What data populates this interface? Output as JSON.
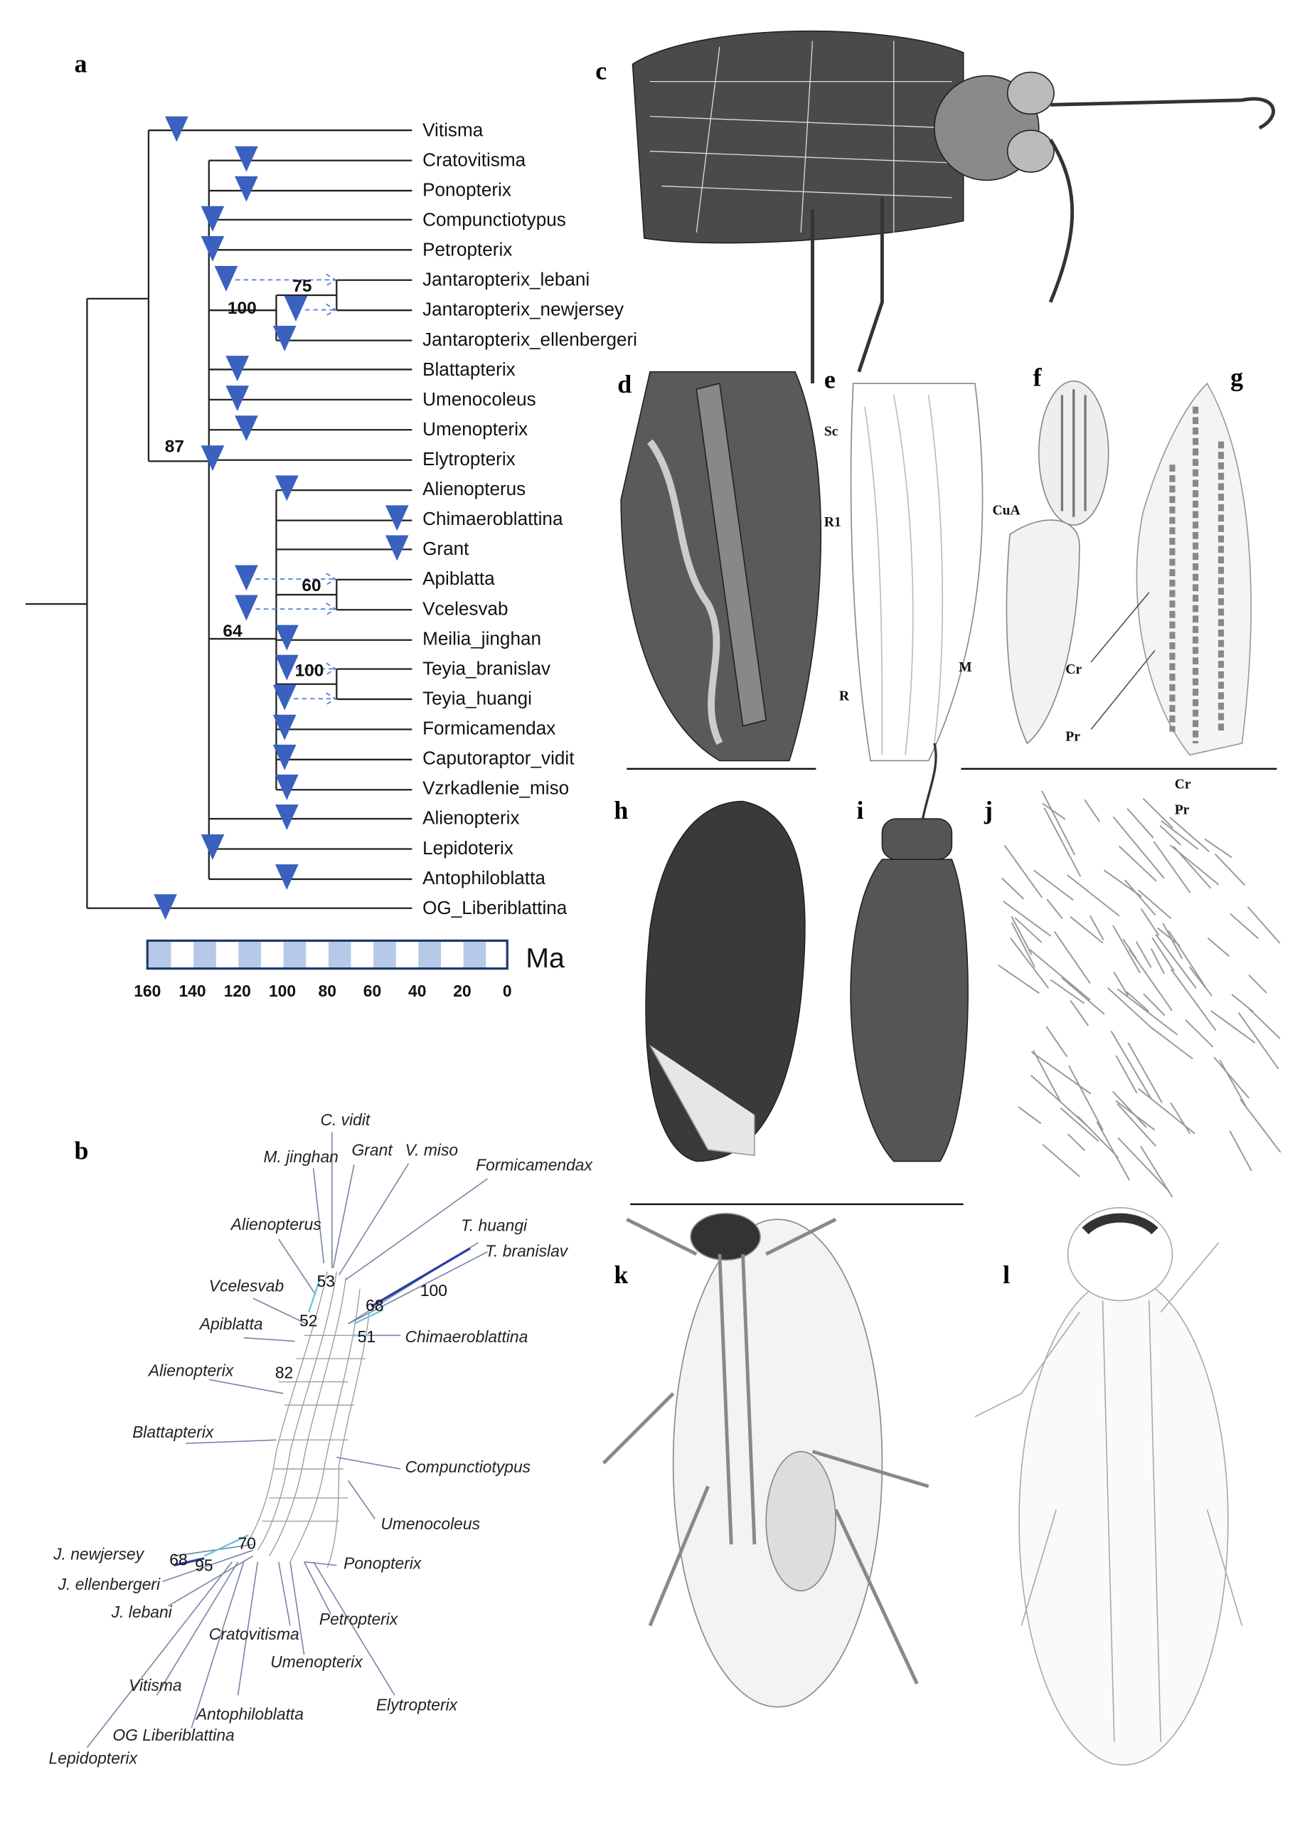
{
  "panels": {
    "a": "a",
    "b": "b",
    "c": "c",
    "d": "d",
    "e": "e",
    "f": "f",
    "g": "g",
    "h": "h",
    "i": "i",
    "j": "j",
    "k": "k",
    "l": "l"
  },
  "colors": {
    "triangle": "#3a60c0",
    "dashed_arrow": "#4a74d0",
    "scale_fill": "#b7c9e8",
    "scale_border": "#1f3a6e"
  },
  "tree": {
    "taxa": [
      {
        "name": "Vitisma",
        "fossil_age_ma": 147
      },
      {
        "name": "Cratovitisma",
        "fossil_age_ma": 116
      },
      {
        "name": "Ponopterix",
        "fossil_age_ma": 116
      },
      {
        "name": "Compunctiotypus",
        "fossil_age_ma": 131
      },
      {
        "name": "Petropterix",
        "fossil_age_ma": 131
      },
      {
        "name": "Jantaropterix_lebani",
        "fossil_age_ma": 125,
        "dashed": true
      },
      {
        "name": "Jantaropterix_newjersey",
        "fossil_age_ma": 94,
        "dashed": true
      },
      {
        "name": "Jantaropterix_ellenbergeri",
        "fossil_age_ma": 99
      },
      {
        "name": "Blattapterix",
        "fossil_age_ma": 120
      },
      {
        "name": "Umenocoleus",
        "fossil_age_ma": 120
      },
      {
        "name": "Umenopterix",
        "fossil_age_ma": 116
      },
      {
        "name": "Elytropterix",
        "fossil_age_ma": 131
      },
      {
        "name": "Alienopterus",
        "fossil_age_ma": 98
      },
      {
        "name": "Chimaeroblattina",
        "fossil_age_ma": 49
      },
      {
        "name": "Grant",
        "fossil_age_ma": 49
      },
      {
        "name": "Apiblatta",
        "fossil_age_ma": 116,
        "dashed": true
      },
      {
        "name": "Vcelesvab",
        "fossil_age_ma": 116,
        "dashed": true
      },
      {
        "name": "Meilia_jinghan",
        "fossil_age_ma": 98
      },
      {
        "name": "Teyia_branislav",
        "fossil_age_ma": 98,
        "dashed": true
      },
      {
        "name": "Teyia_huangi",
        "fossil_age_ma": 99,
        "dashed": true
      },
      {
        "name": "Formicamendax",
        "fossil_age_ma": 99
      },
      {
        "name": "Caputoraptor_vidit",
        "fossil_age_ma": 99
      },
      {
        "name": "Vzrkadlenie_miso",
        "fossil_age_ma": 98
      },
      {
        "name": "Alienopterix",
        "fossil_age_ma": 98
      },
      {
        "name": "Lepidoterix",
        "fossil_age_ma": 131
      },
      {
        "name": "Antophiloblatta",
        "fossil_age_ma": 98
      },
      {
        "name": "OG_Liberiblattina",
        "fossil_age_ma": 152
      }
    ],
    "support": {
      "jantaropterix_pair": "75",
      "jantaropterix_clade": "100",
      "main_clade": "87",
      "apiblatta_pair": "60",
      "alienopterid_clade": "64",
      "teyia_pair": "100"
    },
    "time_axis": {
      "unit": "Ma",
      "range": [
        160,
        0
      ],
      "ticks": [
        "160",
        "140",
        "120",
        "100",
        "80",
        "60",
        "40",
        "20",
        "0"
      ]
    }
  },
  "network": {
    "labels": [
      "C. vidit",
      "M. jinghan",
      "Grant",
      "V. miso",
      "Formicamendax",
      "Alienopterus",
      "T. huangi",
      "T. branislav",
      "Vcelesvab",
      "Apiblatta",
      "Chimaeroblattina",
      "Alienopterix",
      "Blattapterix",
      "Compunctiotypus",
      "Umenocoleus",
      "J. newjersey",
      "Ponopterix",
      "J. ellenbergeri",
      "J. lebani",
      "Petropterix",
      "Cratovitisma",
      "Umenopterix",
      "Vitisma",
      "Elytropterix",
      "Antophiloblatta",
      "OG Liberiblattina",
      "Lepidopterix"
    ],
    "support": [
      "53",
      "52",
      "68",
      "100",
      "51",
      "82",
      "70",
      "68",
      "95"
    ]
  },
  "annotations": {
    "e": [
      "Sc",
      "R1",
      "CuA",
      "M",
      "R"
    ],
    "g": [
      "Cr",
      "Pr"
    ],
    "j": [
      "Cr",
      "Pr"
    ]
  }
}
